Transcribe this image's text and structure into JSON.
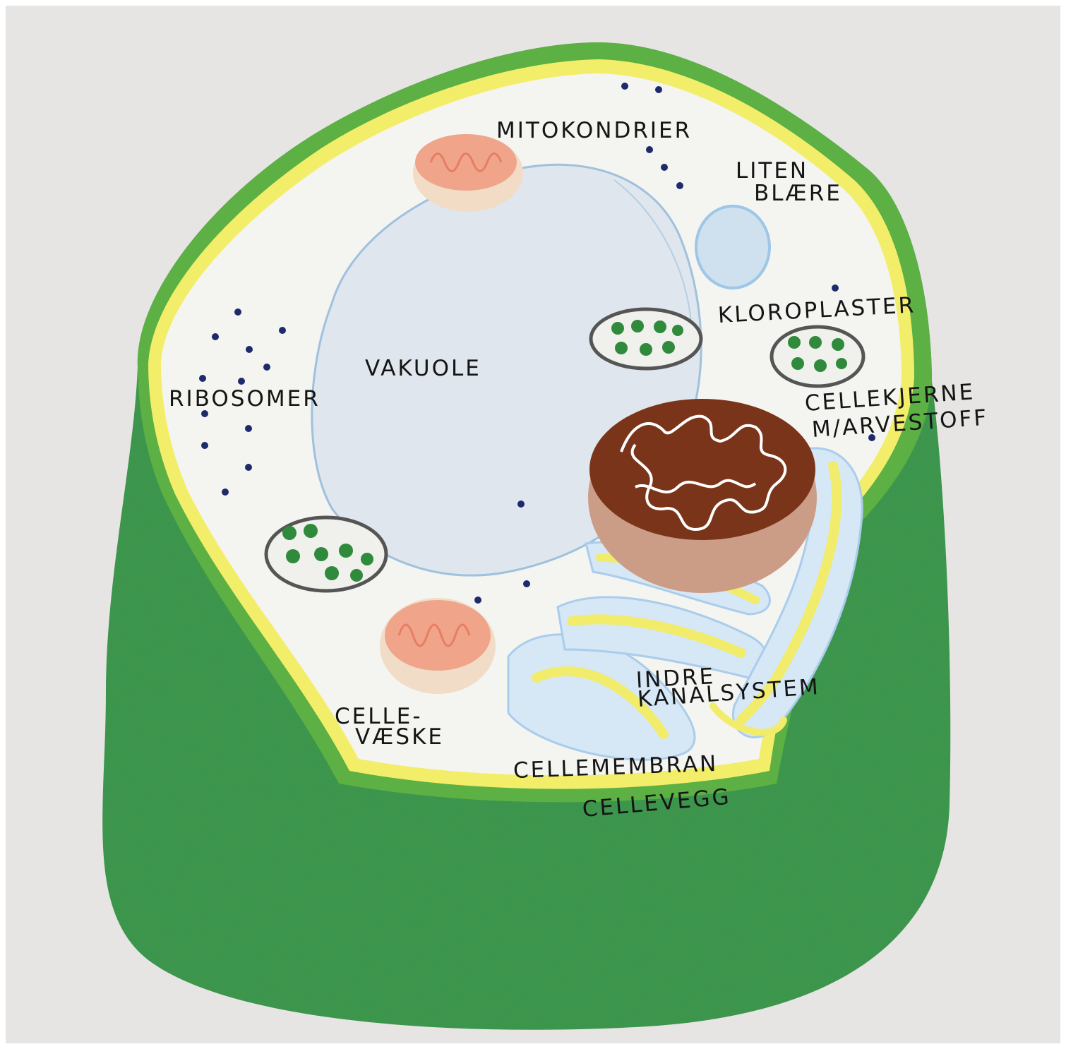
{
  "labels": {
    "mitokondrier": "MITOKONDRIER",
    "liten_blaere_1": "LITEN",
    "liten_blaere_2": "BLÆRE",
    "kloroplaster": "KLOROPLASTER",
    "vakuole": "VAKUOLE",
    "ribosomer": "RIBOSOMER",
    "cellekjerne_1": "CELLEKJERNE",
    "cellekjerne_2": "M/ARVESTOFF",
    "indre_1": "INDRE",
    "indre_2": "KANALSYSTEM",
    "cellevaeske_1": "CELLE-",
    "cellevaeske_2": "VÆSKE",
    "cellemembran": "CELLEMEMBRAN",
    "cellevegg": "CELLEVEGG"
  },
  "colors": {
    "paper": "#e6e5e3",
    "cell_wall": "#3f9a4f",
    "membrane": "#f3ee6a",
    "cytoplasm": "#f3f3f0",
    "vacuole": "#dfe6ee",
    "nucleus": "#7a3419",
    "chloroplast": "#2f8a3c",
    "mitochondria": "#f0a489",
    "ribosome": "#1d2a6b",
    "er": "#f1ec6c"
  }
}
